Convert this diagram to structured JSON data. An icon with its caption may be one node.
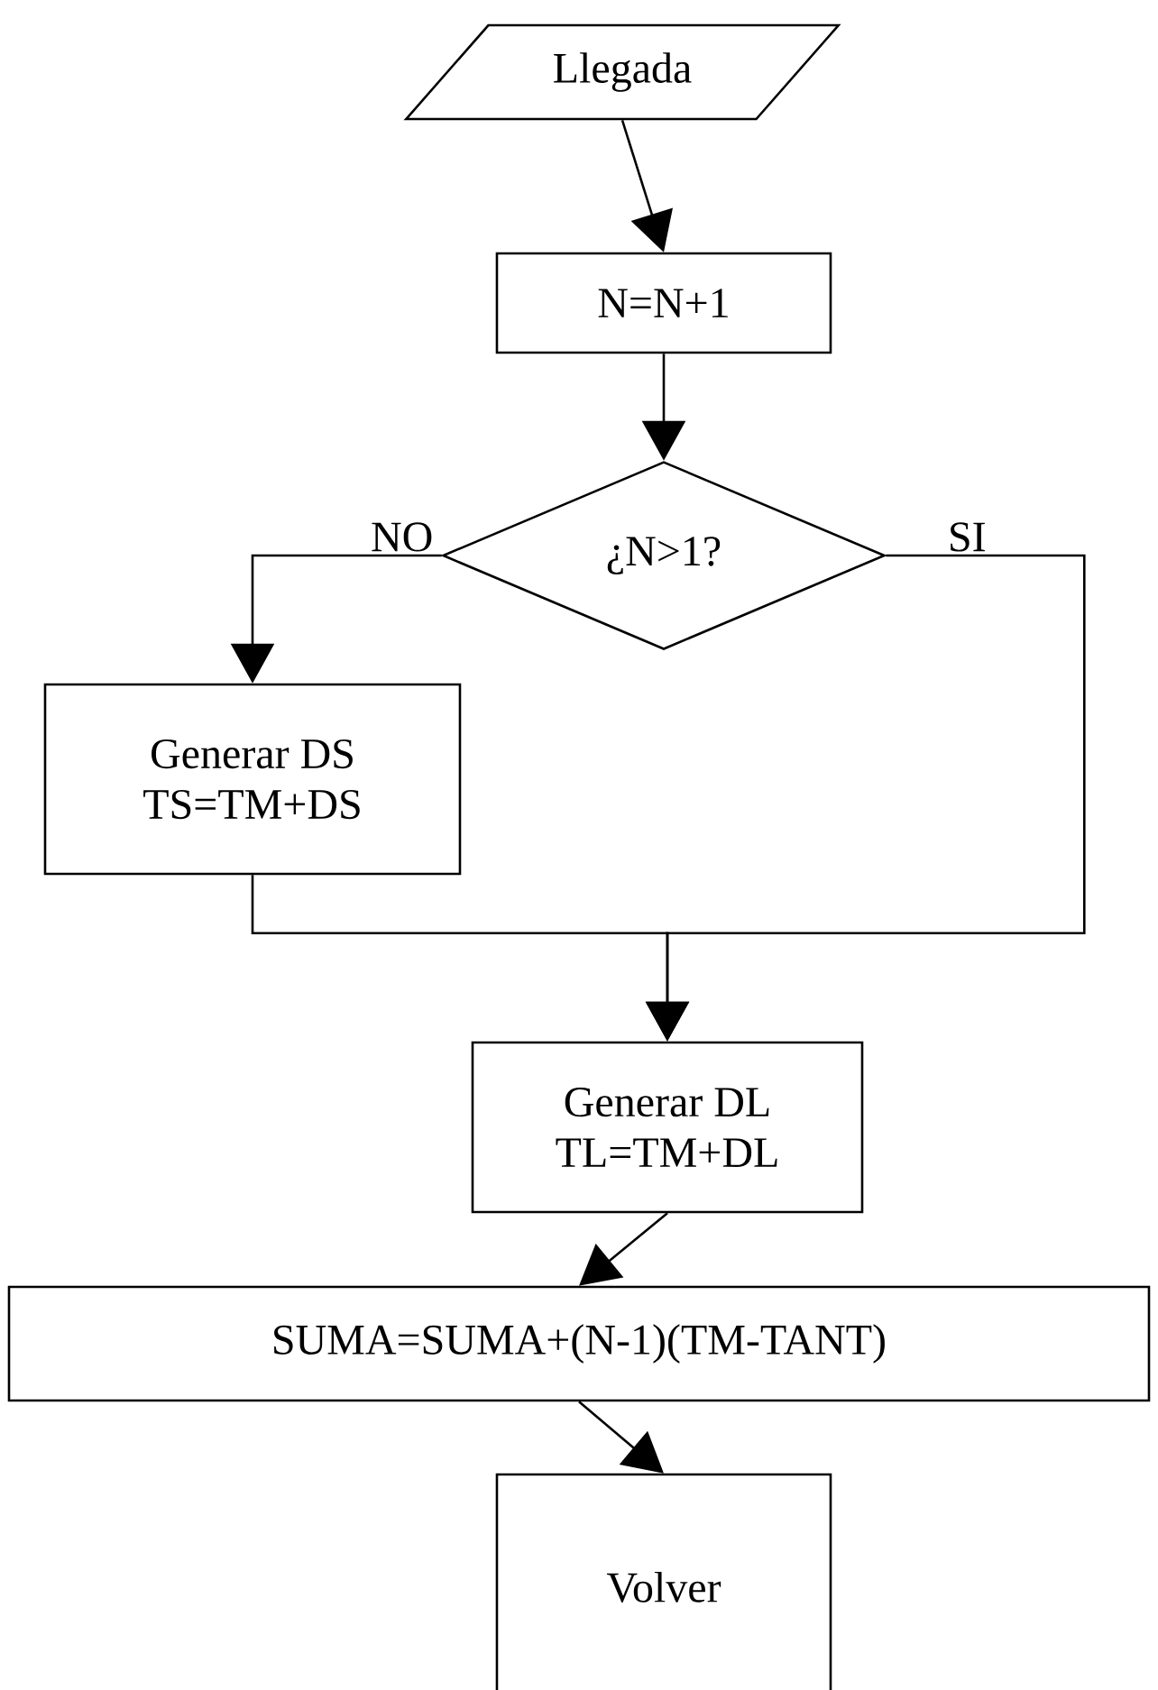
{
  "diagram": {
    "nodes": [
      {
        "text": [
          "Llegada"
        ]
      },
      {
        "text": [
          "N=N+1"
        ]
      },
      {
        "text": [
          "¿N>1?"
        ]
      },
      {
        "text": [
          "Generar DS",
          "TS=TM+DS"
        ]
      },
      {
        "text": [
          "Generar DL",
          "TL=TM+DL"
        ]
      },
      {
        "text": [
          "SUMA=SUMA+(N-1)(TM-TANT)"
        ]
      },
      {
        "text": [
          "Volver"
        ]
      }
    ],
    "edges": [
      {
        "from": 0,
        "to": 1,
        "arrow": "to"
      },
      {
        "from": 1,
        "to": 2,
        "arrow": "to"
      },
      {
        "from": 2,
        "to": 3,
        "arrow": "to",
        "label": "NO"
      },
      {
        "from": 2,
        "to": 4,
        "arrow": "to",
        "label": "SI"
      },
      {
        "from": 3,
        "to": 4,
        "arrow": "to"
      },
      {
        "from": 4,
        "to": 5,
        "arrow": "to"
      },
      {
        "from": 5,
        "to": 6,
        "arrow": "to"
      }
    ]
  }
}
